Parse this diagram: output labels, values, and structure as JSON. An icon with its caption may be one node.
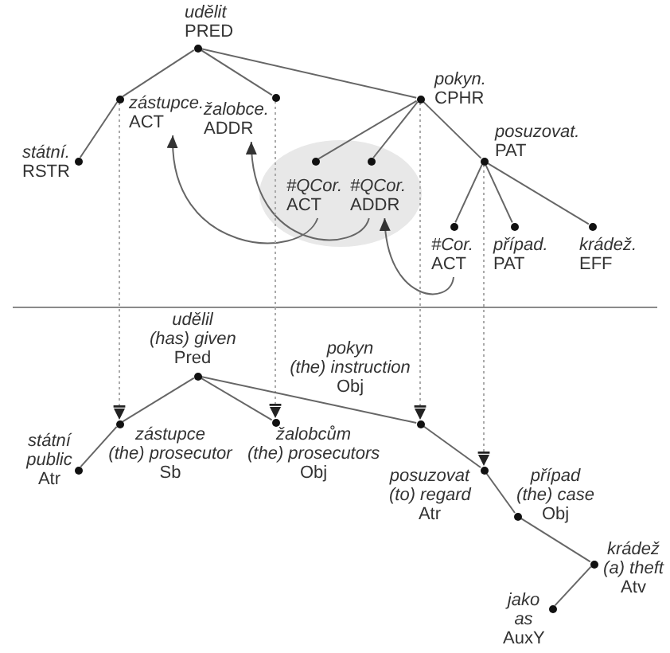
{
  "diagram": {
    "nodes": [
      {
        "text": [
          "udělit",
          "PRED"
        ]
      },
      {
        "text": [
          "zástupce.",
          "ACT"
        ]
      },
      {
        "text": [
          "žalobce.",
          "ADDR"
        ]
      },
      {
        "text": [
          "pokyn.",
          "CPHR"
        ]
      },
      {
        "text": [
          "státní.",
          "RSTR"
        ]
      },
      {
        "text": [],
        "shape": "ellipse"
      },
      {
        "text": [
          "#QCor.",
          "ACT"
        ],
        "in": 5
      },
      {
        "text": [
          "#QCor.",
          "ADDR"
        ],
        "in": 5
      },
      {
        "text": [
          "posuzovat.",
          "PAT"
        ]
      },
      {
        "text": [
          "#Cor.",
          "ACT"
        ]
      },
      {
        "text": [
          "případ.",
          "PAT"
        ]
      },
      {
        "text": [
          "krádež.",
          "EFF"
        ]
      },
      {
        "text": [
          "udělil",
          "(has) given",
          "Pred"
        ]
      },
      {
        "text": [
          "pokyn",
          "(the) instruction",
          "Obj"
        ]
      },
      {
        "text": [
          "státní",
          "public",
          "Atr"
        ]
      },
      {
        "text": [
          "zástupce",
          "(the) prosecutor",
          "Sb"
        ]
      },
      {
        "text": [
          "žalobcům",
          "(the) prosecutors",
          "Obj"
        ]
      },
      {
        "text": [
          "posuzovat",
          "(to) regard",
          "Atr"
        ]
      },
      {
        "text": [
          "případ",
          "(the) case",
          "Obj"
        ]
      },
      {
        "text": [
          "krádež",
          "(a) theft",
          "Atv"
        ]
      },
      {
        "text": [
          "jako",
          "as",
          "AuxY"
        ]
      }
    ],
    "edges": [
      {
        "from": 0,
        "to": 1,
        "arrow": "none"
      },
      {
        "from": 0,
        "to": 2,
        "arrow": "none"
      },
      {
        "from": 0,
        "to": 3,
        "arrow": "none"
      },
      {
        "from": 1,
        "to": 4,
        "arrow": "none"
      },
      {
        "from": 3,
        "to": 6,
        "arrow": "none"
      },
      {
        "from": 3,
        "to": 7,
        "arrow": "none"
      },
      {
        "from": 3,
        "to": 8,
        "arrow": "none"
      },
      {
        "from": 8,
        "to": 9,
        "arrow": "none"
      },
      {
        "from": 8,
        "to": 10,
        "arrow": "none"
      },
      {
        "from": 8,
        "to": 11,
        "arrow": "none"
      },
      {
        "from": 6,
        "to": 1,
        "arrow": "to"
      },
      {
        "from": 7,
        "to": 2,
        "arrow": "to"
      },
      {
        "from": 9,
        "to": 7,
        "arrow": "to"
      },
      {
        "from": 1,
        "to": 15,
        "arrow": "to",
        "style": "dashed",
        "color": "#aaaaaa"
      },
      {
        "from": 2,
        "to": 16,
        "arrow": "to",
        "style": "dashed",
        "color": "#aaaaaa"
      },
      {
        "from": 3,
        "to": 13,
        "arrow": "to",
        "style": "dashed",
        "color": "#aaaaaa"
      },
      {
        "from": 8,
        "to": 17,
        "arrow": "to",
        "style": "dashed",
        "color": "#aaaaaa"
      },
      {
        "from": 12,
        "to": 15,
        "arrow": "none"
      },
      {
        "from": 12,
        "to": 16,
        "arrow": "none"
      },
      {
        "from": 12,
        "to": 13,
        "arrow": "none"
      },
      {
        "from": 15,
        "to": 14,
        "arrow": "none"
      },
      {
        "from": 13,
        "to": 17,
        "arrow": "none"
      },
      {
        "from": 17,
        "to": 18,
        "arrow": "none"
      },
      {
        "from": 18,
        "to": 19,
        "arrow": "none"
      },
      {
        "from": 19,
        "to": 20,
        "arrow": "none"
      }
    ]
  }
}
